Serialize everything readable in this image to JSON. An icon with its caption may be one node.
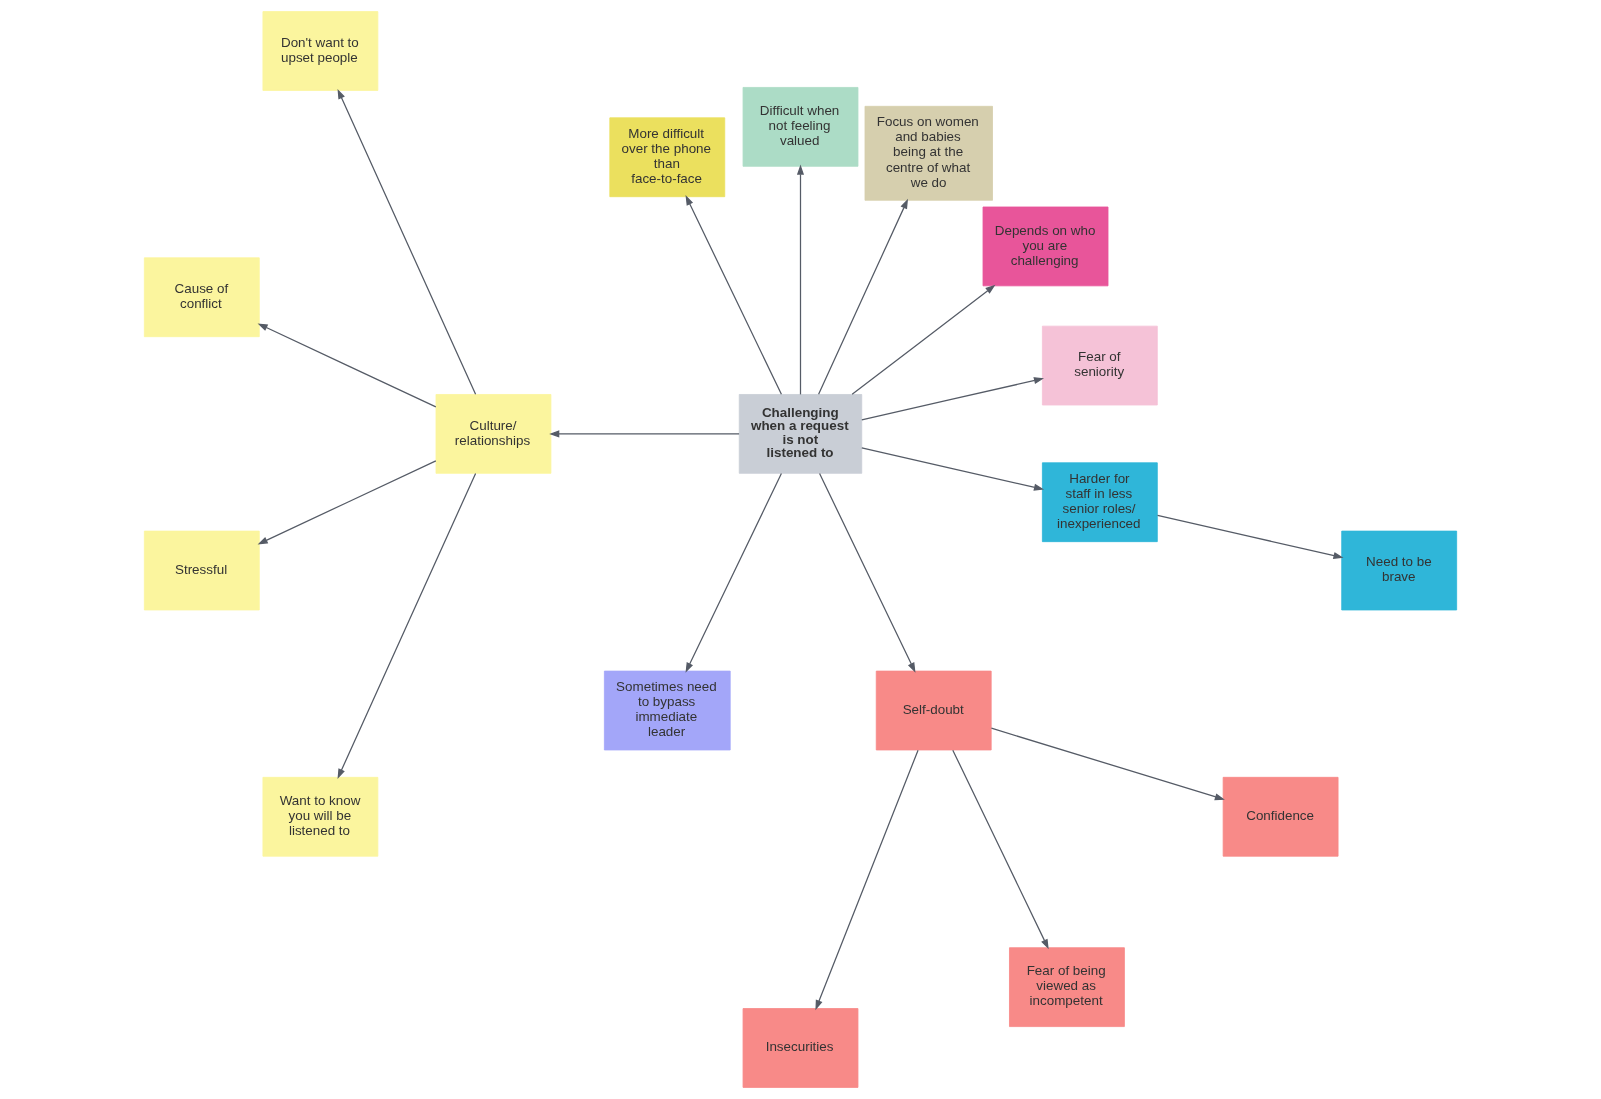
{
  "diagram": {
    "nodes": [
      {
        "text": [
          "Challenging when a request is not listened to"
        ]
      },
      {
        "text": [
          "Fear of seniority"
        ]
      },
      {
        "text": [
          "Depends on who you are challenging"
        ]
      },
      {
        "text": [
          "Focus on women and babies being at the centre of what we do"
        ]
      },
      {
        "text": [
          "Difficult when not feeling valued"
        ]
      },
      {
        "text": [
          "More difficult over the phone than face-to-face"
        ]
      },
      {
        "text": [
          "Culture/ relationships"
        ]
      },
      {
        "text": [
          "Don't want to upset people"
        ]
      },
      {
        "text": [
          "Cause of conflict"
        ]
      },
      {
        "text": [
          "Stressful"
        ]
      },
      {
        "text": [
          "Want to know you will be listened to"
        ]
      },
      {
        "text": [
          "Sometimes need to bypass immediate leader"
        ]
      },
      {
        "text": [
          "Self-doubt"
        ]
      },
      {
        "text": [
          "Insecurities"
        ]
      },
      {
        "text": [
          "Fear of being viewed as incompetent"
        ]
      },
      {
        "text": [
          "Confidence"
        ]
      },
      {
        "text": [
          "Harder for staff in less senior roles/ inexperienced"
        ]
      },
      {
        "text": [
          "Need to be brave"
        ]
      }
    ],
    "edges": [
      {
        "from": 0,
        "to": 1,
        "arrow": "to"
      },
      {
        "from": 0,
        "to": 2,
        "arrow": "to"
      },
      {
        "from": 0,
        "to": 3,
        "arrow": "to"
      },
      {
        "from": 0,
        "to": 4,
        "arrow": "to"
      },
      {
        "from": 0,
        "to": 5,
        "arrow": "to"
      },
      {
        "from": 0,
        "to": 6,
        "arrow": "to"
      },
      {
        "from": 0,
        "to": 11,
        "arrow": "to"
      },
      {
        "from": 0,
        "to": 12,
        "arrow": "to"
      },
      {
        "from": 0,
        "to": 16,
        "arrow": "to"
      },
      {
        "from": 6,
        "to": 7,
        "arrow": "to"
      },
      {
        "from": 6,
        "to": 8,
        "arrow": "to"
      },
      {
        "from": 6,
        "to": 9,
        "arrow": "to"
      },
      {
        "from": 6,
        "to": 10,
        "arrow": "to"
      },
      {
        "from": 12,
        "to": 13,
        "arrow": "to"
      },
      {
        "from": 12,
        "to": 14,
        "arrow": "to"
      },
      {
        "from": 12,
        "to": 15,
        "arrow": "to"
      },
      {
        "from": 16,
        "to": 17,
        "arrow": "to"
      }
    ]
  }
}
